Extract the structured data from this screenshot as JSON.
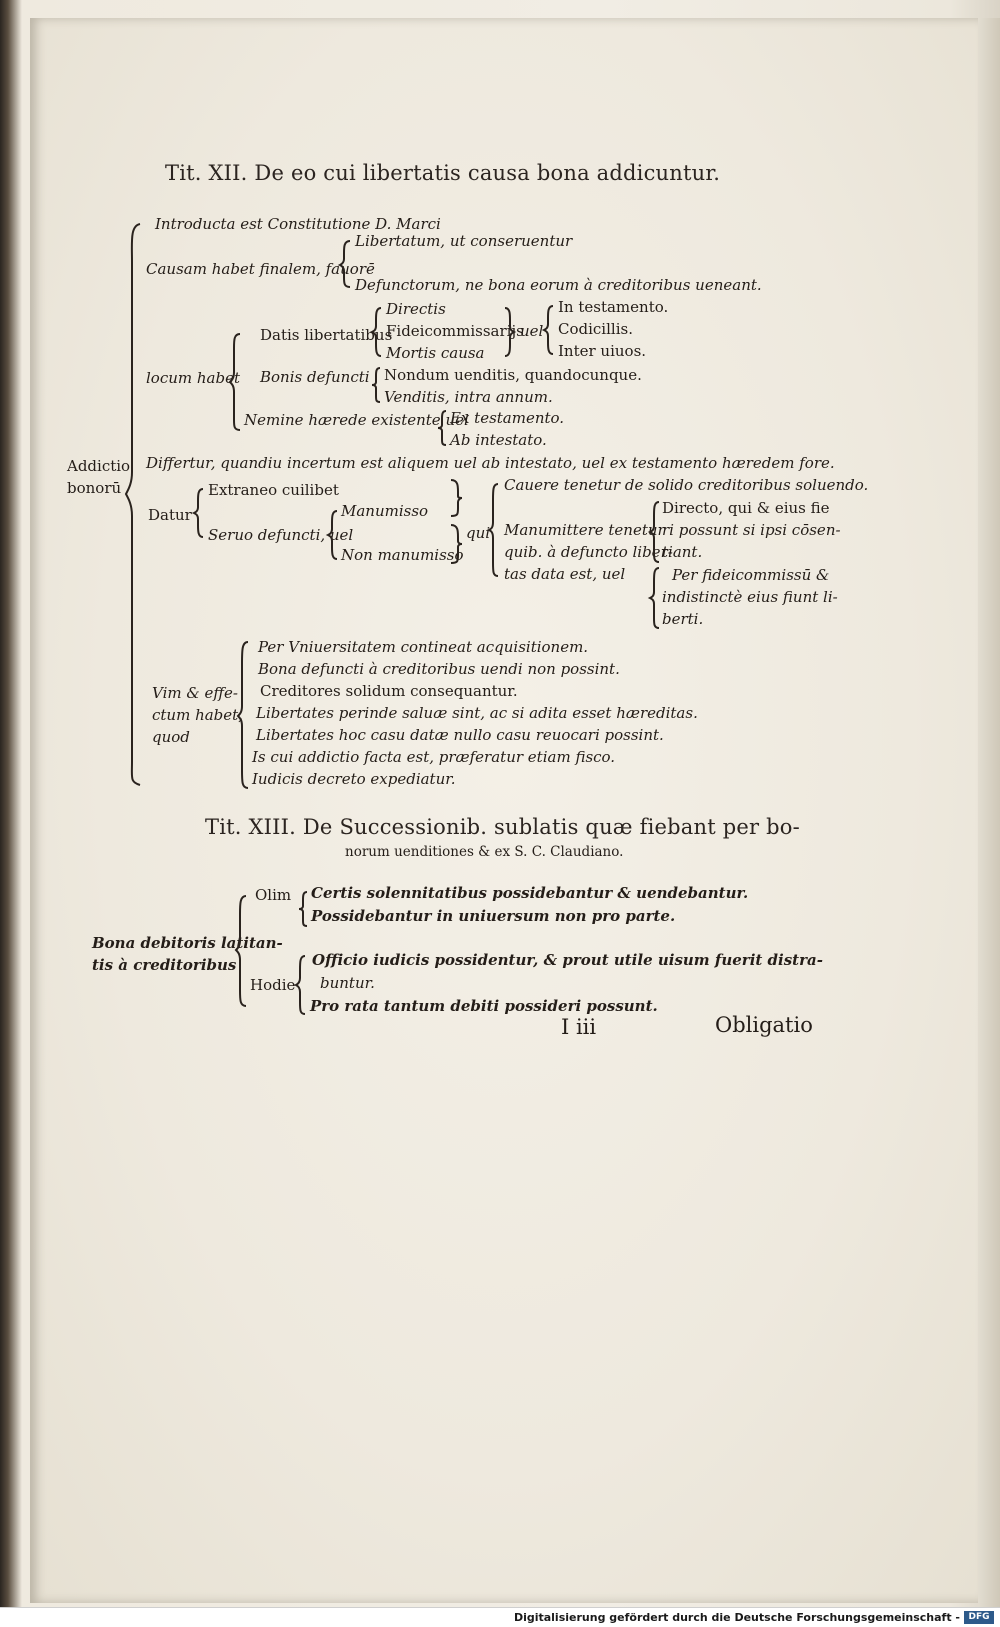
{
  "title12": "Tit. XII. De eo cui libertatis causa bona addicuntur.",
  "t12": {
    "introducta": "Introducta est Constitutione D. Marci",
    "causam": "Causam habet finalem, fauorē",
    "libertatum": "Libertatum, ut conseruentur",
    "defunctorum": "Defunctorum, ne bona eorum à creditoribus ueneant.",
    "datis": "Datis libertatibus",
    "directis": "Directis",
    "fideicom": "Fideicommissarijs",
    "mortis": "Mortis causa",
    "uel1": "uel",
    "in_test": "In testamento.",
    "codicillis": "Codicillis.",
    "inter_uiuos": "Inter uiuos.",
    "locum": "locum habet",
    "bonis": "Bonis defuncti",
    "nondum": "Nondum uenditis, quandocunque.",
    "venditis": "Venditis, intra annum.",
    "nemine": "Nemine hærede existente uel",
    "ex_test": "Ex testamento.",
    "ab_int": "Ab intestato.",
    "addictio1": "Addictio",
    "addictio2": "bonorū",
    "differtur": "Differtur, quandiu incertum est aliquem uel ab intestato, uel ex testamento hæredem fore.",
    "datur": "Datur",
    "extraneo": "Extraneo cuilibet",
    "seruo": "Seruo defuncti, uel",
    "manumisso": "Manumisso",
    "non_manumisso": "Non manumisso",
    "qui": "qui",
    "cauere": "Cauere tenetur de solido creditoribus soluendo.",
    "manumittere": "Manumittere tenetur",
    "quib": "quib. à defuncto liber-",
    "tas": "tas data est, uel",
    "directo1": "Directo, qui & eius fie",
    "directo2": "ri possunt si ipsi cōsen-",
    "directo3": "tiant.",
    "per_fidei1": "Per fideicommissū &",
    "per_fidei2": "indistinctè eius fiunt li-",
    "per_fidei3": "berti.",
    "vim1": "Vim & effe-",
    "vim2": "ctum habet,",
    "vim3": "quod",
    "vim_items": [
      "Per Vniuersitatem contineat acquisitionem.",
      "Bona defuncti à creditoribus uendi non possint.",
      "Creditores solidum consequantur.",
      "Libertates perinde saluæ sint, ac si adita esset hæreditas.",
      "Libertates hoc casu datæ nullo casu reuocari possint.",
      "Is cui addictio facta est, præferatur   etiam fisco.",
      "Iudicis decreto expediatur."
    ]
  },
  "title13_l1": "Tit. XIII. De Successionib. sublatis quæ fiebant per bo-",
  "title13_l2": "norum uenditiones & ex S. C. Claudiano.",
  "t13": {
    "bona1": "Bona debitoris latitan-",
    "bona2": "tis à creditoribus",
    "olim": "Olim",
    "certis": "Certis solennitatibus possidebantur & uendebantur.",
    "possid": "Possidebantur in uniuersum non pro parte.",
    "hodie": "Hodie",
    "officio1": "Officio iudicis possidentur, & prout utile uisum fuerit distra-",
    "officio2": "buntur.",
    "pro_rata": "Pro rata tantum debiti possideri possunt."
  },
  "signature": "I   iii",
  "catchword": "Obligatio",
  "footer": "Digitalisierung gefördert durch die Deutsche Forschungsgemeinschaft -",
  "footer_logo": "DFG"
}
